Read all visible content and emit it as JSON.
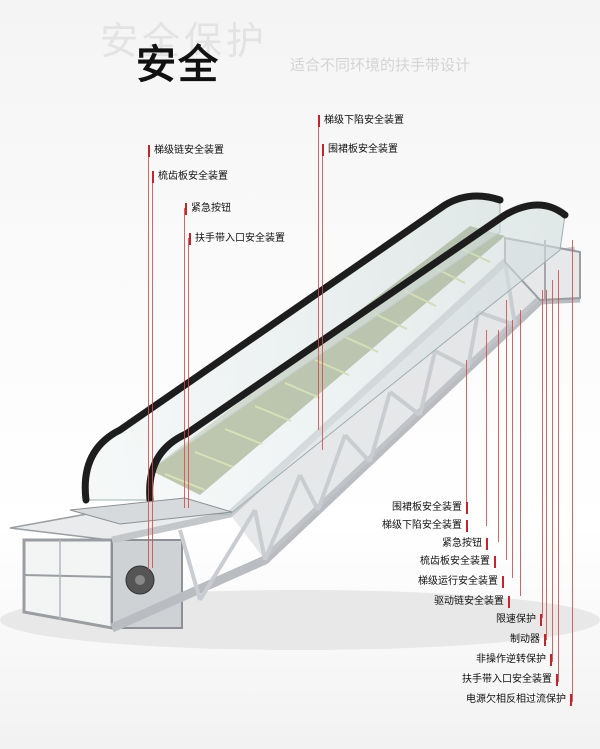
{
  "header": {
    "title": "安全",
    "bg_text": "安全保护",
    "bg_subtitle": "适合不同环境的扶手带设计"
  },
  "colors": {
    "accent_red": "#c0262c",
    "frame_gray": "#b8bcc0",
    "step_green": "#9fb04a"
  },
  "top_labels": [
    "梯级链安全装置",
    "梳齿板安全装置",
    "紧急按钮",
    "扶手带入口安全装置"
  ],
  "top_right_labels": [
    "梯级下陷安全装置",
    "围裙板安全装置"
  ],
  "bottom_labels": [
    "围裙板安全装置",
    "梯级下陷安全装置",
    "紧急按钮",
    "梳齿板安全装置",
    "梯级运行安全装置",
    "驱动链安全装置",
    "限速保护",
    "制动器",
    "非操作逆转保护",
    "扶手带入口安全装置",
    "电源欠相反相过流保护"
  ]
}
